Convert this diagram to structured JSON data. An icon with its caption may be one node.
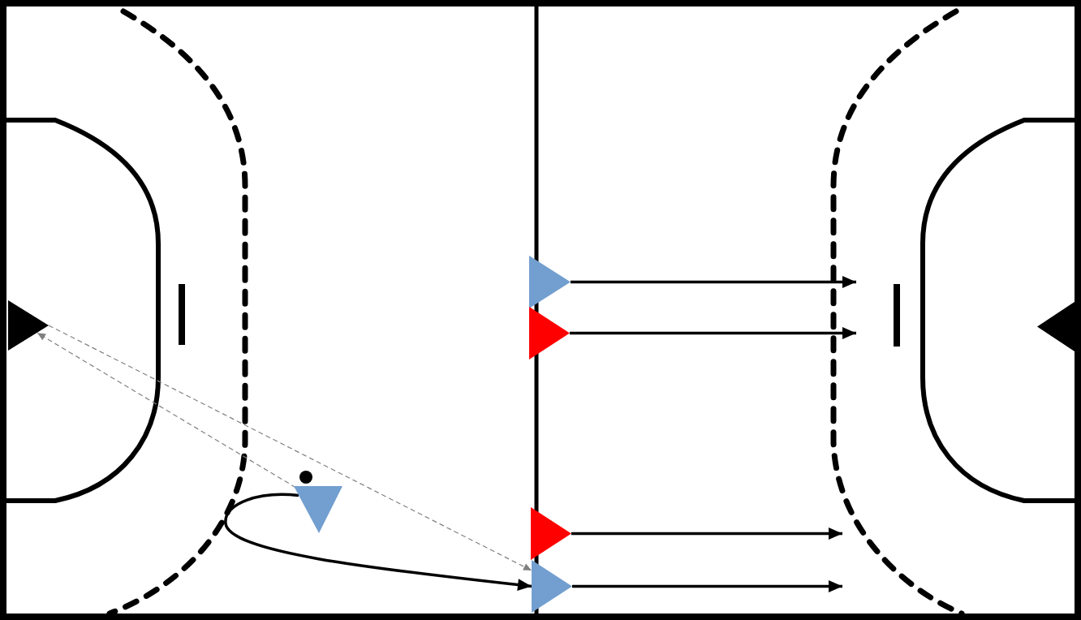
{
  "diagram": {
    "nodes": [
      {
        "text": [],
        "shape": "triangle"
      },
      {
        "text": [],
        "shape": "triangle"
      },
      {
        "text": [],
        "shape": "triangle"
      },
      {
        "text": [],
        "shape": "triangle"
      },
      {
        "text": [],
        "shape": "triangle"
      },
      {
        "text": [],
        "shape": "triangle"
      },
      {
        "text": [],
        "shape": "triangle"
      }
    ],
    "edges": [
      {
        "from": 1,
        "to": null,
        "arrow": "to"
      },
      {
        "from": 2,
        "to": null,
        "arrow": "to"
      },
      {
        "from": 4,
        "to": 0,
        "arrow": "to",
        "style": "dashed",
        "color": "#808080"
      },
      {
        "from": 0,
        "to": 6,
        "arrow": "to",
        "style": "dashed",
        "color": "#808080"
      },
      {
        "from": 4,
        "to": 6,
        "arrow": "to"
      },
      {
        "from": 5,
        "to": null,
        "arrow": "to"
      },
      {
        "from": 6,
        "to": null,
        "arrow": "to"
      }
    ]
  }
}
